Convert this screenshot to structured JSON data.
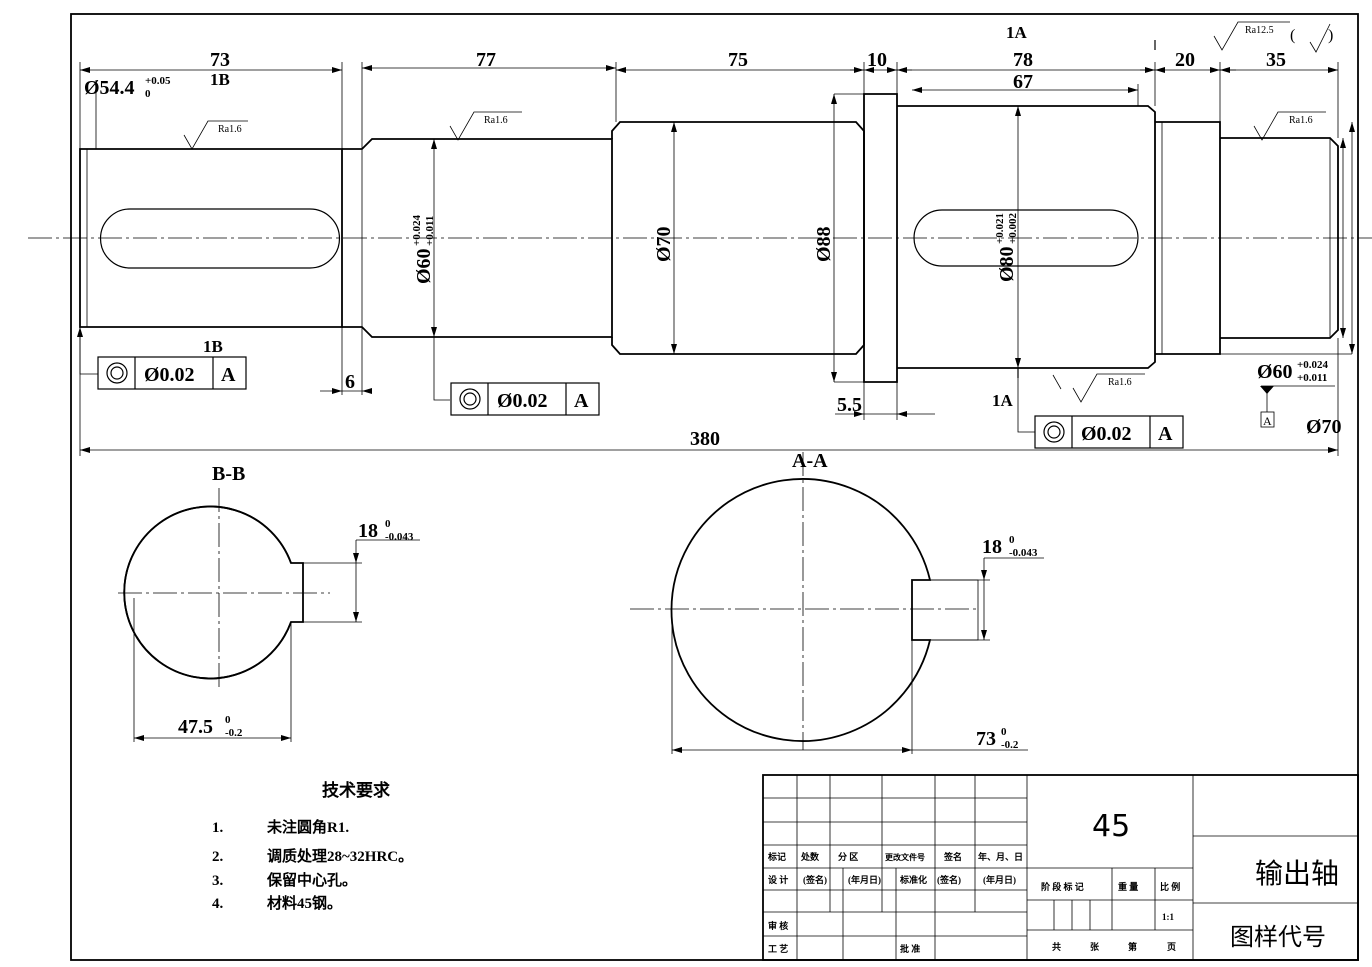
{
  "dimensions": {
    "d73": "73",
    "d77": "77",
    "d75": "75",
    "d10": "10",
    "d78": "78",
    "d67": "67",
    "d20": "20",
    "d35": "35",
    "d380": "380",
    "d6": "6",
    "d5_5": "5.5"
  },
  "diameters": {
    "d54_4": "Ø54.4",
    "d54_4_tol_up": "+0.05",
    "d54_4_tol_low": "0",
    "d60_left": "Ø60",
    "d60_left_tol_up": "+0.024",
    "d60_left_tol_low": "+0.011",
    "d70": "Ø70",
    "d88": "Ø88",
    "d80": "Ø80",
    "d80_tol_up": "+0.021",
    "d80_tol_low": "+0.002",
    "d60_right": "Ø60",
    "d60_right_tol_up": "+0.024",
    "d60_right_tol_low": "+0.011",
    "d70_right": "Ø70"
  },
  "roughness": {
    "ra16": "Ra1.6",
    "ra125": "Ra12.5",
    "general_paren_open": "(",
    "general_paren_close": ")"
  },
  "section_marks": {
    "one_a_top": "1A",
    "one_a_bottom": "1A",
    "one_b_top": "1B",
    "one_b_bottom": "1B",
    "datum_box": "A"
  },
  "tolerance_frames": [
    {
      "symbol": "◎",
      "value": "Ø0.02",
      "datum": "A"
    },
    {
      "symbol": "◎",
      "value": "Ø0.02",
      "datum": "A"
    },
    {
      "symbol": "◎",
      "value": "Ø0.02",
      "datum": "A"
    }
  ],
  "sections": {
    "bb_label": "B-B",
    "aa_label": "A-A",
    "bb_key_width": "18",
    "bb_key_width_tol_up": "0",
    "bb_key_width_tol_low": "-0.043",
    "bb_depth": "47.5",
    "bb_depth_tol_up": "0",
    "bb_depth_tol_low": "-0.2",
    "aa_key_width": "18",
    "aa_key_width_tol_up": "0",
    "aa_key_width_tol_low": "-0.043",
    "aa_depth": "73",
    "aa_depth_tol_up": "0",
    "aa_depth_tol_low": "-0.2"
  },
  "notes": {
    "title": "技术要求",
    "items": [
      {
        "num": "1.",
        "text": "未注圆角R1."
      },
      {
        "num": "2.",
        "text": "调质处理28~32HRC。"
      },
      {
        "num": "3.",
        "text": "保留中心孔。"
      },
      {
        "num": "4.",
        "text": "材料45钢。"
      }
    ]
  },
  "title_block": {
    "material": "45",
    "part_name": "输出轴",
    "drawing_code": "图样代号",
    "scale": "1:1",
    "row_mark": [
      "标记",
      "处数",
      "分 区",
      "更改文件号",
      "签名",
      "年、月、日"
    ],
    "row_design": [
      "设 计",
      "(签名)",
      "(年月日)",
      "标准化",
      "(签名)",
      "(年月日)"
    ],
    "review": "审 核",
    "process": "工 艺",
    "approve": "批 准",
    "stage_headers": [
      "阶 段 标 记",
      "重 量",
      "比 例"
    ],
    "sheets": [
      "共",
      "张",
      "第",
      "页"
    ]
  }
}
